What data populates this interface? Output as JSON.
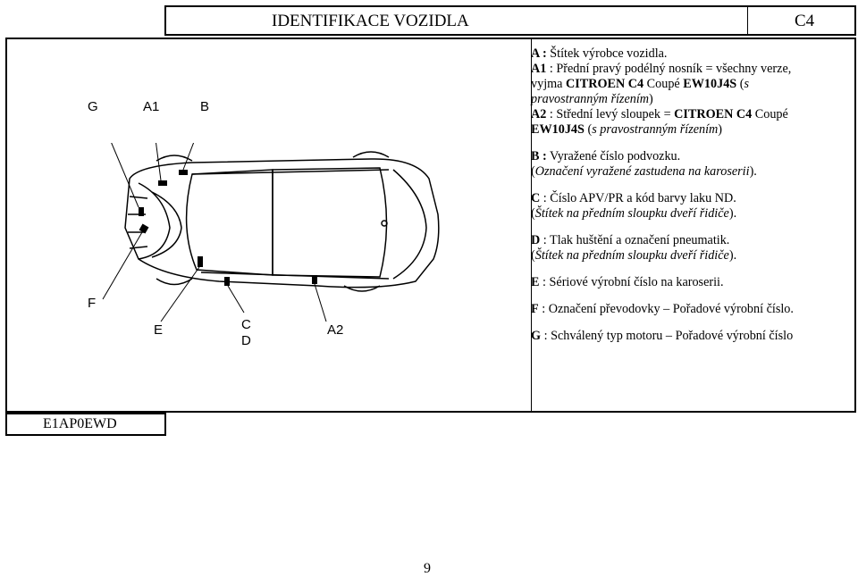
{
  "header": {
    "title": "IDENTIFIKACE VOZIDLA",
    "code": "C4"
  },
  "diagram": {
    "labels": {
      "G": "G",
      "A1": "A1",
      "B": "B",
      "F": "F",
      "E": "E",
      "C": "C",
      "D": "D",
      "A2": "A2"
    }
  },
  "descriptions": {
    "a_key": "A :",
    "a_text": "Štítek výrobce vozidla.",
    "a1_key": "A1",
    "a1_text1": " : Přední pravý podélný nosník = všechny verze,",
    "a1_text2": "vyjma ",
    "a1_bold": "CITROEN C4",
    "a1_text3": " Coupé ",
    "a1_bold2": "EW10J4S",
    "a1_text4": " (",
    "a1_italic": "s",
    "a1_italic2": "pravostranným řízením",
    "a1_text5": ")",
    "a2_key": "A2",
    "a2_text1": " : Střední levý sloupek = ",
    "a2_bold": "CITROEN C4",
    "a2_text2": " Coupé",
    "a2_bold2": "EW10J4S",
    "a2_text3": " (",
    "a2_italic": "s pravostranným řízením",
    "a2_text4": ")",
    "b_key": "B :",
    "b_text": "Vyražené číslo podvozku.",
    "b_note_open": "(",
    "b_note": "Označení vyražené zastudena na karoserii",
    "b_note_close": ").",
    "c_key": "C",
    "c_text": " : Číslo APV/PR a kód barvy laku ND.",
    "c_note_open": "(",
    "c_note": "Štítek na předním sloupku dveří řidiče",
    "c_note_close": ").",
    "d_key": "D",
    "d_text": " : Tlak huštění a označení pneumatik.",
    "d_note_open": "(",
    "d_note": "Štítek na předním sloupku dveří řidiče",
    "d_note_close": ").",
    "e_key": "E",
    "e_text": " : Sériové výrobní číslo na karoserii.",
    "f_key": "F",
    "f_text": " : Označení převodovky – Pořadové výrobní číslo.",
    "g_key": "G",
    "g_text": " : Schválený typ motoru – Pořadové výrobní číslo"
  },
  "footer": {
    "code": "E1AP0EWD"
  },
  "page_number": "9"
}
